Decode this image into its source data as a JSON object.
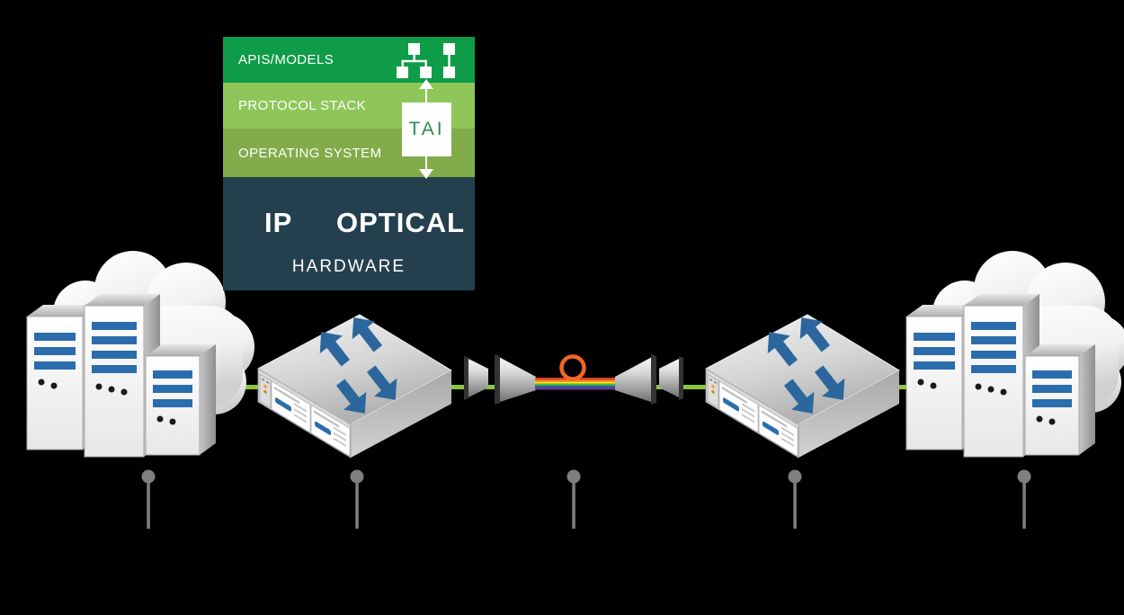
{
  "stack": {
    "layers": [
      {
        "label": "APIS/MODELS"
      },
      {
        "label": "PROTOCOL STACK"
      },
      {
        "label": "OPERATING SYSTEM"
      }
    ],
    "tai_label": "TAI",
    "hardware": {
      "ip_label": "IP",
      "optical_label": "OPTICAL",
      "label": "HARDWARE"
    }
  },
  "icons": {
    "apis_band_icon": "models-hierarchy-icon",
    "switch_top_icon": "bidirectional-traffic-arrows",
    "fiber_icon": "fiber-coil-icon",
    "callout": "pin-marker"
  },
  "colors": {
    "background": "#000000",
    "layer_apis": "#0f9c48",
    "layer_protocol": "#8fc65a",
    "layer_os": "#82ab4a",
    "hardware_dark": "#24404e",
    "tai_green": "#2f8c4c",
    "connector_green": "#8dc63f",
    "arrow_blue": "#2b679d",
    "server_stripe_blue": "#2b6cad",
    "fiber_coil_orange": "#f26722",
    "pin_gray": "#7f7f7f",
    "rainbow": [
      "#e03a2f",
      "#f68b1f",
      "#ffe81a",
      "#3bb54a",
      "#2f56a5",
      "#63308e"
    ]
  }
}
